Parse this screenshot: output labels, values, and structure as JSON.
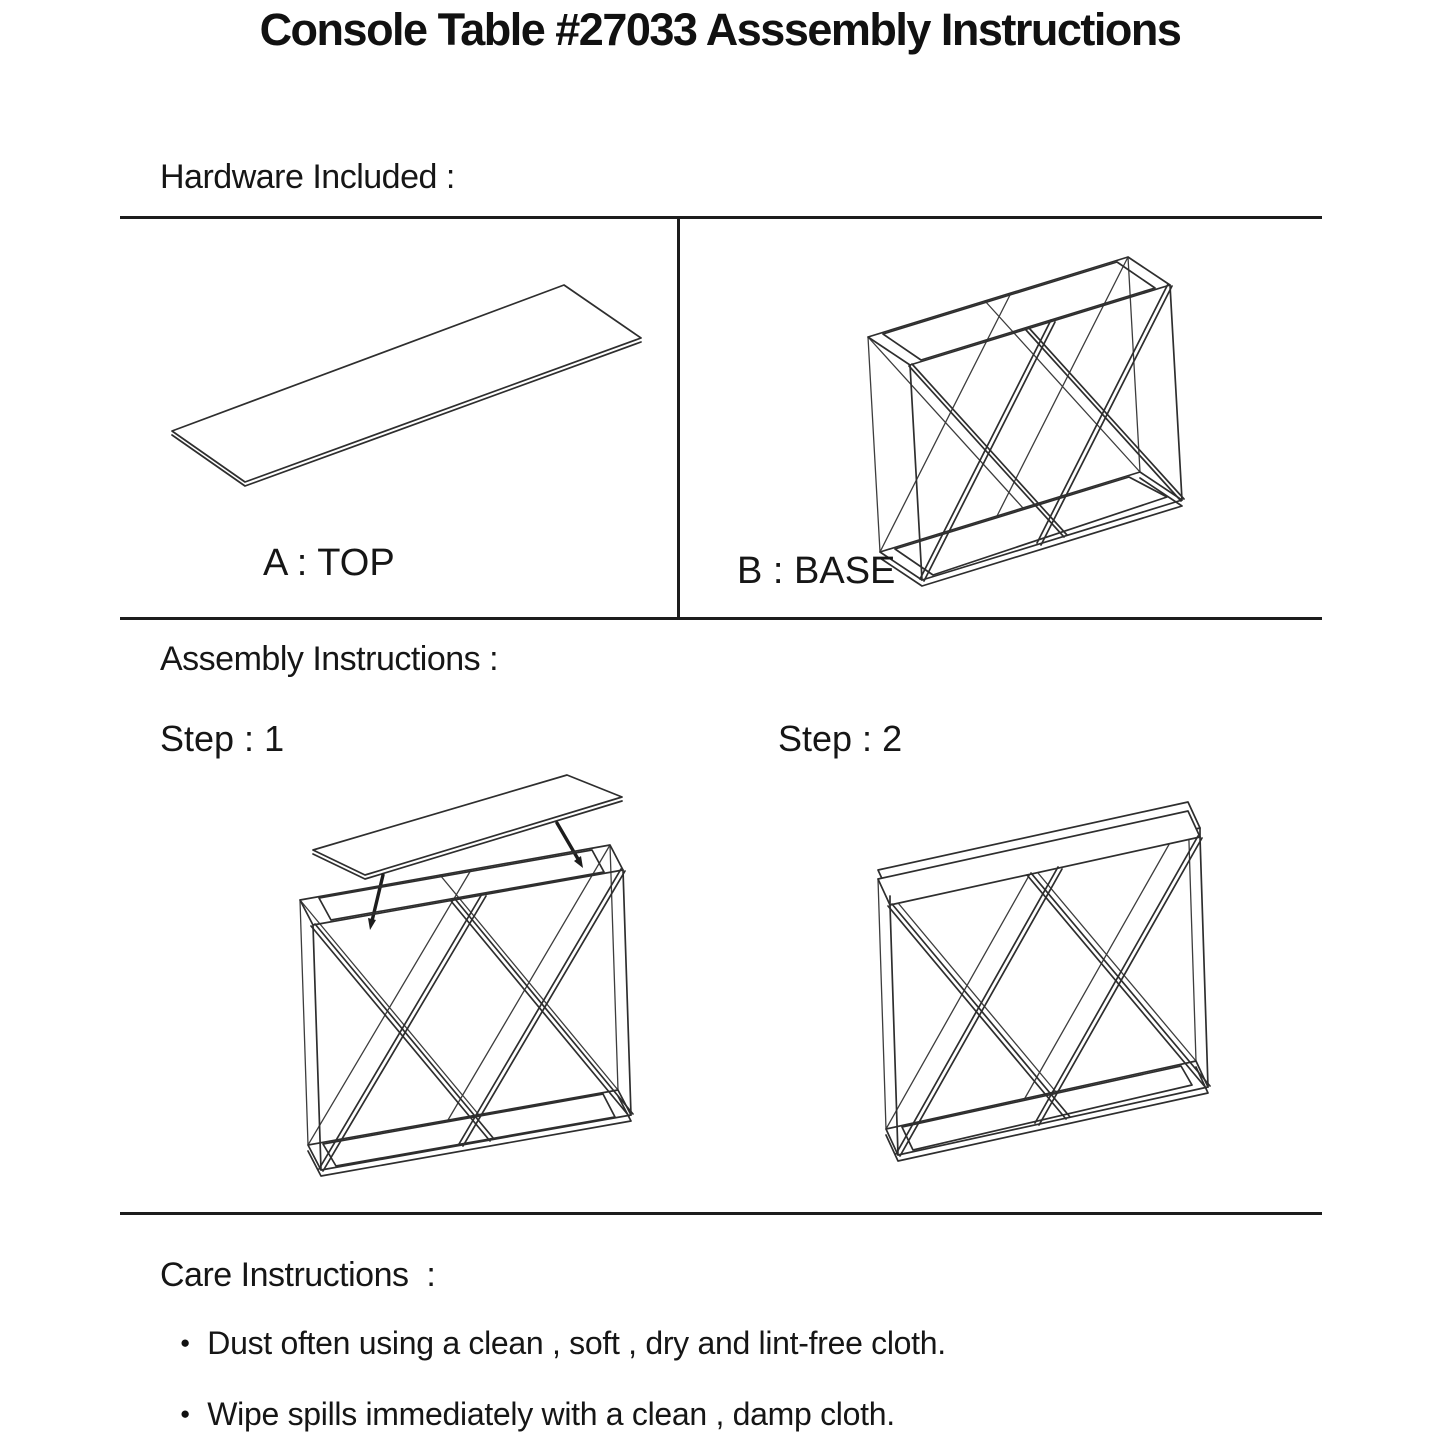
{
  "page": {
    "title": "Console Table #27033 Asssembly Instructions"
  },
  "hardware": {
    "heading": "Hardware Included :",
    "items": [
      {
        "label": "A : TOP",
        "figure": "flat rectangular top panel (isometric line drawing)"
      },
      {
        "label": "B : BASE",
        "figure": "double-X metal frame base (isometric line drawing)"
      }
    ]
  },
  "assembly": {
    "heading": "Assembly Instructions :",
    "steps": [
      {
        "label": "Step : 1",
        "figure": "top panel lowered onto base, two down arrows"
      },
      {
        "label": "Step : 2",
        "figure": "fully assembled console table"
      }
    ]
  },
  "care": {
    "heading": "Care Instructions  :",
    "bullet_glyph": "●",
    "bullets": [
      "Dust often using a clean , soft , dry and lint-free cloth.",
      "Wipe spills immediately with a clean , damp cloth."
    ]
  },
  "colors": {
    "ink": "#1b1b1b",
    "rule": "#1d1d1d",
    "drawing_stroke": "#2e2e2e",
    "background": "#ffffff"
  }
}
